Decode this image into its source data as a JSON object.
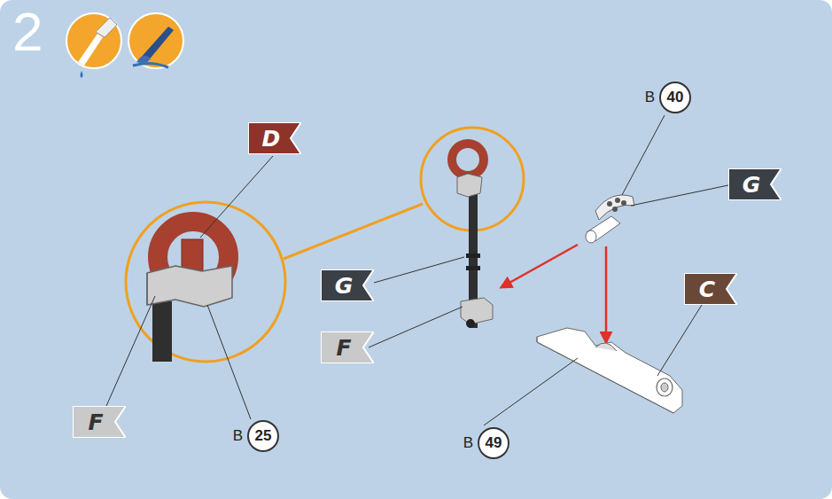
{
  "diagram": {
    "nodes": [
      {
        "text": [
          "B",
          "40"
        ]
      },
      {
        "text": [
          "D"
        ]
      },
      {
        "text": [
          "G"
        ]
      },
      {
        "text": [
          "G"
        ]
      },
      {
        "text": [
          "C"
        ]
      },
      {
        "text": [
          "F"
        ]
      },
      {
        "text": [
          "F"
        ]
      },
      {
        "text": [
          "B",
          "25"
        ]
      },
      {
        "text": [
          "B",
          "49"
        ]
      }
    ],
    "labels": [
      "2"
    ]
  }
}
